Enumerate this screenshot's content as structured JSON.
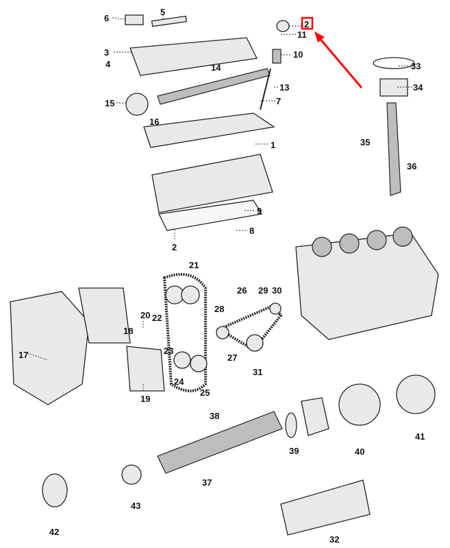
{
  "diagram": {
    "title": "",
    "callouts": [
      "6",
      "5",
      "2",
      "11",
      "3",
      "4",
      "10",
      "14",
      "33",
      "13",
      "34",
      "15",
      "7",
      "16",
      "1",
      "35",
      "36",
      "9",
      "8",
      "2",
      "21",
      "26",
      "29",
      "30",
      "20",
      "22",
      "28",
      "18",
      "17",
      "23",
      "27",
      "24",
      "25",
      "19",
      "31",
      "38",
      "39",
      "40",
      "41",
      "37",
      "43",
      "42",
      "32"
    ],
    "highlighted_callout": "2",
    "highlight_color": "#ff0000"
  }
}
